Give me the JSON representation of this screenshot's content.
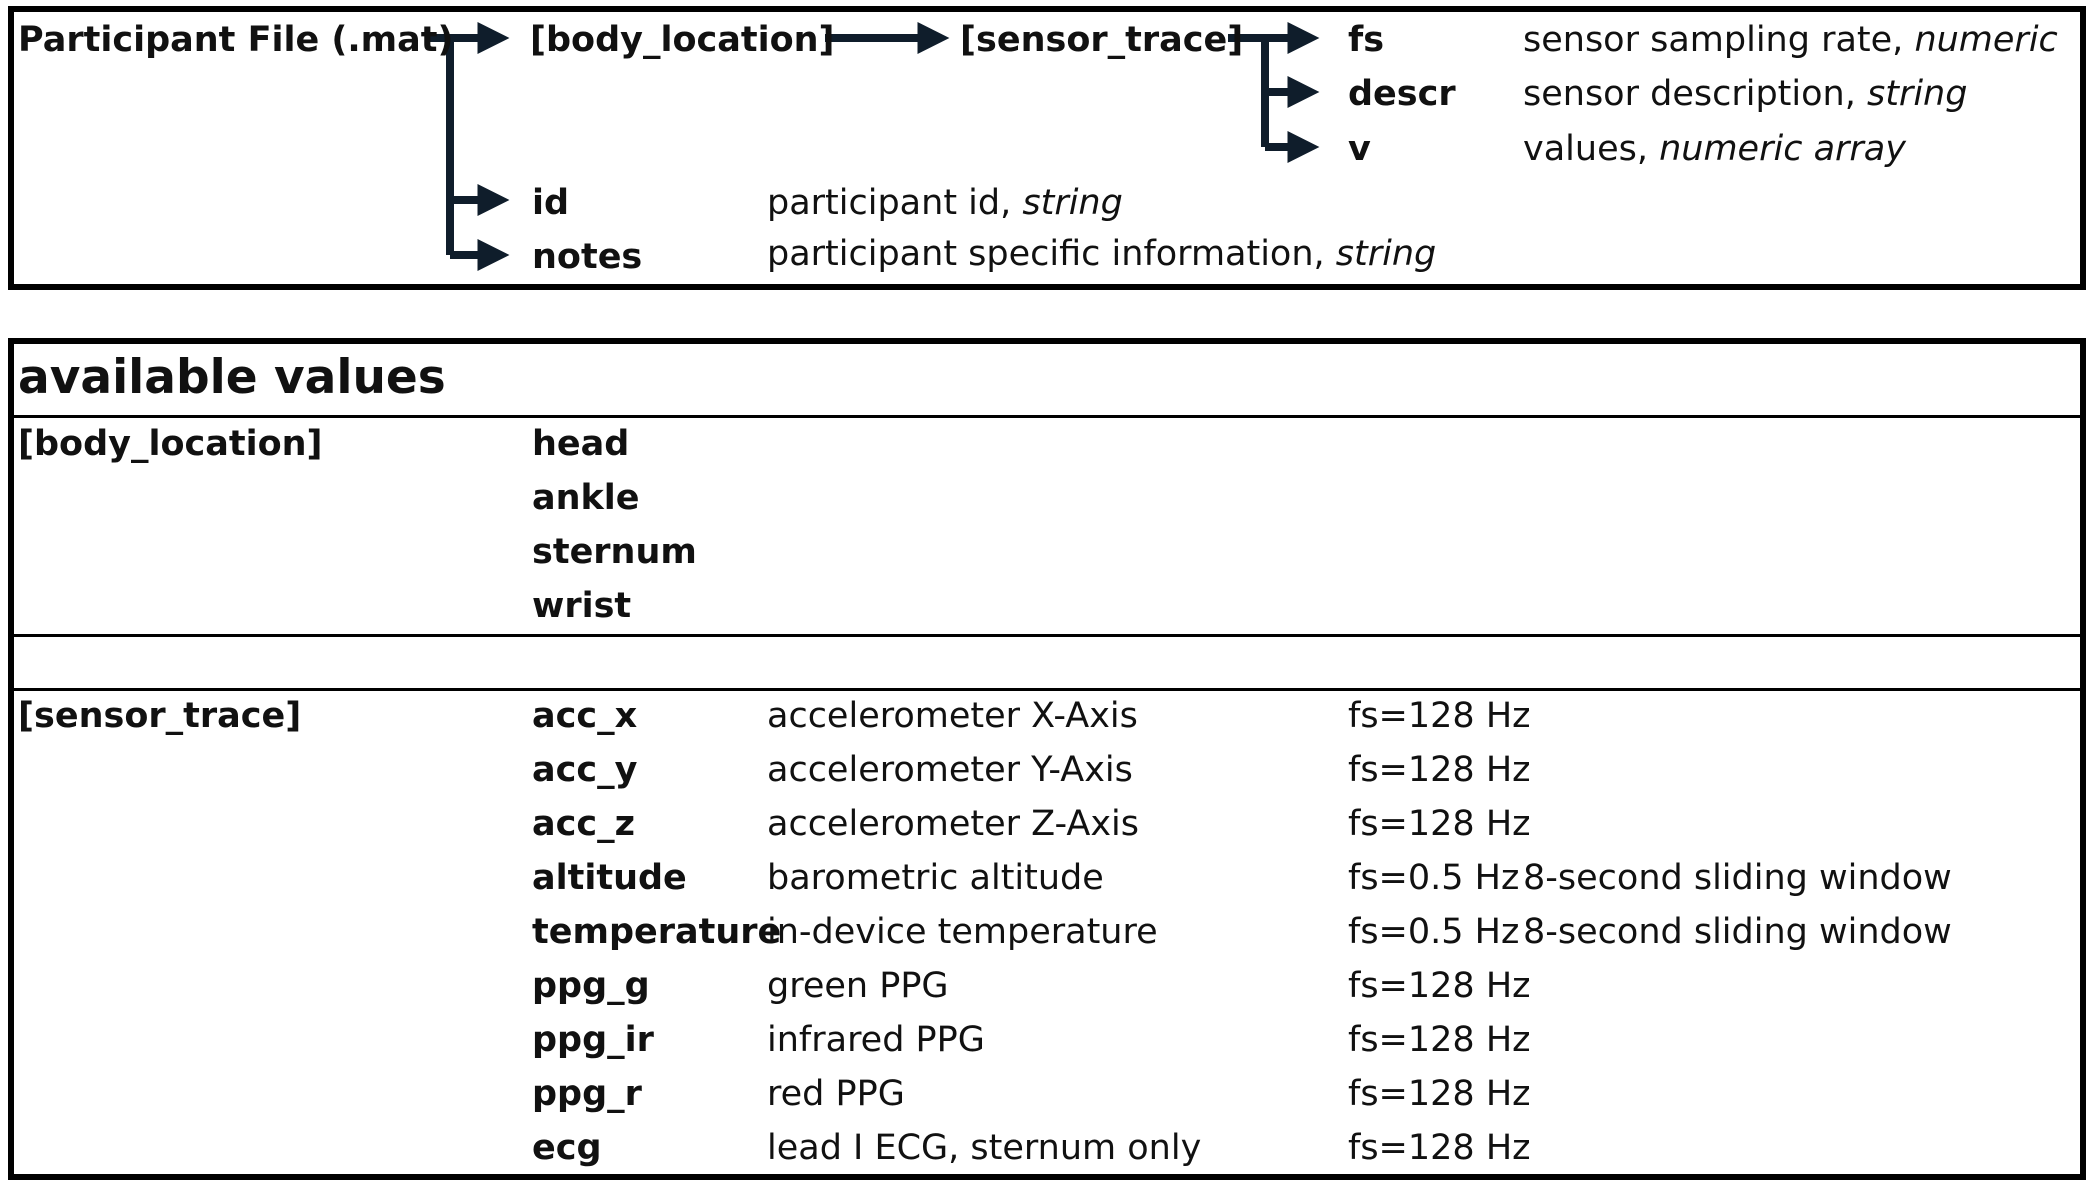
{
  "structure": {
    "root": "Participant File (.mat)",
    "body_location": "[body_location]",
    "sensor_trace": "[sensor_trace]",
    "fields": [
      {
        "key": "fs",
        "desc": "sensor sampling rate, ",
        "type": "numeric"
      },
      {
        "key": "descr",
        "desc": "sensor description, ",
        "type": "string"
      },
      {
        "key": "v",
        "desc": "values, ",
        "type": "numeric array"
      }
    ],
    "meta": [
      {
        "key": "id",
        "desc": "participant id, ",
        "type": "string"
      },
      {
        "key": "notes",
        "desc": "participant specific information, ",
        "type": "string"
      }
    ]
  },
  "available": {
    "title": "available values",
    "body_location_label": "[body_location]",
    "locations": [
      "head",
      "ankle",
      "sternum",
      "wrist"
    ],
    "sensor_trace_label": "[sensor_trace]",
    "sensors": [
      {
        "name": "acc_x",
        "desc": "accelerometer X-Axis",
        "fs": "fs=128 Hz",
        "note": ""
      },
      {
        "name": "acc_y",
        "desc": "accelerometer Y-Axis",
        "fs": "fs=128 Hz",
        "note": ""
      },
      {
        "name": "acc_z",
        "desc": "accelerometer Z-Axis",
        "fs": "fs=128 Hz",
        "note": ""
      },
      {
        "name": "altitude",
        "desc": "barometric altitude",
        "fs": "fs=0.5 Hz",
        "note": "8-second sliding window"
      },
      {
        "name": "temperature",
        "desc": "in-device temperature",
        "fs": "fs=0.5 Hz",
        "note": "8-second sliding window"
      },
      {
        "name": "ppg_g",
        "desc": "green PPG",
        "fs": "fs=128 Hz",
        "note": ""
      },
      {
        "name": "ppg_ir",
        "desc": "infrared PPG",
        "fs": "fs=128 Hz",
        "note": ""
      },
      {
        "name": "ppg_r",
        "desc": "red PPG",
        "fs": "fs=128 Hz",
        "note": ""
      },
      {
        "name": "ecg",
        "desc": "lead I ECG, sternum only",
        "fs": "fs=128 Hz",
        "note": ""
      }
    ]
  },
  "colors": {
    "arrow": "#0f1d2b",
    "border": "#000000"
  }
}
